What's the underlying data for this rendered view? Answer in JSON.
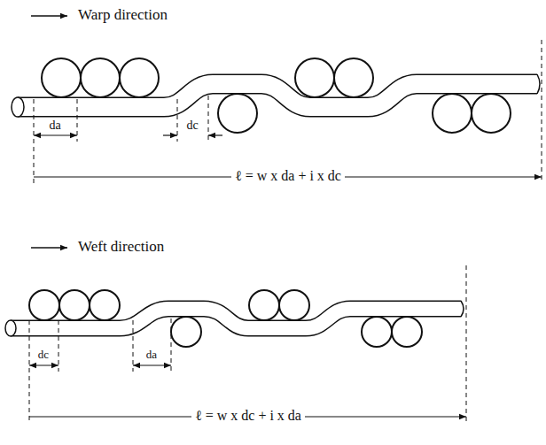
{
  "diagram": {
    "labels": [
      "Warp direction",
      "da",
      "dc",
      "ℓ = w x da + i x dc",
      "Weft direction",
      "dc",
      "da",
      "ℓ = w x dc + i x da"
    ]
  }
}
